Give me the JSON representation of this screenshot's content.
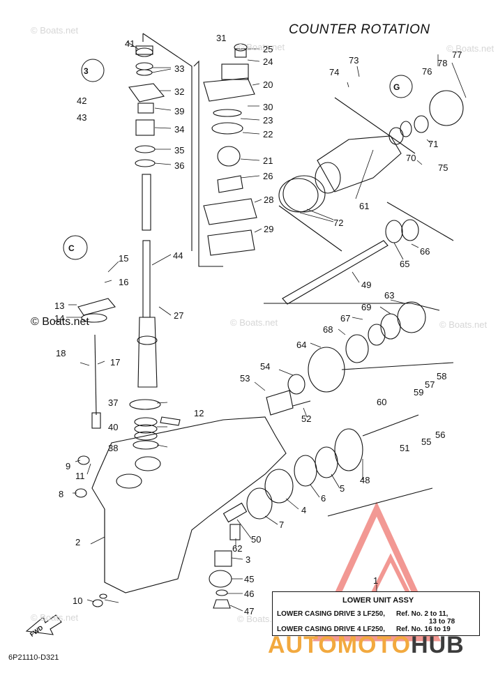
{
  "title": "COUNTER ROTATION",
  "diagram_code": "6P21110-D321",
  "fwd_label": "FWD",
  "watermark": "© Boats.net",
  "brand": {
    "part1": "AUTOMOTO",
    "part2": "HUB"
  },
  "legend": {
    "title": "LOWER UNIT ASSY",
    "callout": "1",
    "rows": [
      {
        "name": "LOWER CASING DRIVE 3 LF250,",
        "ref": "Ref. No. 2 to 11,",
        "ref2": "13 to 78"
      },
      {
        "name": "LOWER CASING DRIVE 4 LF250,",
        "ref": "Ref. No. 16 to 19",
        "ref2": ""
      }
    ]
  },
  "callouts": [
    "41",
    "33",
    "42",
    "32",
    "43",
    "39",
    "34",
    "35",
    "36",
    "31",
    "25",
    "24",
    "20",
    "30",
    "23",
    "22",
    "21",
    "26",
    "28",
    "29",
    "44",
    "27",
    "15",
    "16",
    "13",
    "14",
    "18",
    "17",
    "37",
    "40",
    "38",
    "12",
    "9",
    "11",
    "8",
    "10",
    "2",
    "73",
    "74",
    "77",
    "78",
    "76",
    "70",
    "71",
    "75",
    "61",
    "72",
    "66",
    "65",
    "49",
    "63",
    "69",
    "67",
    "68",
    "64",
    "58",
    "57",
    "59",
    "56",
    "55",
    "54",
    "53",
    "52",
    "60",
    "51",
    "48",
    "5",
    "6",
    "4",
    "7",
    "50",
    "62",
    "3",
    "45",
    "46",
    "47"
  ],
  "colors": {
    "line": "#111111",
    "watermark": "#d6d6d6",
    "logo_red": "#e8453c",
    "logo_orange": "#f2a93f",
    "logo_dark": "#3c3c3c"
  }
}
